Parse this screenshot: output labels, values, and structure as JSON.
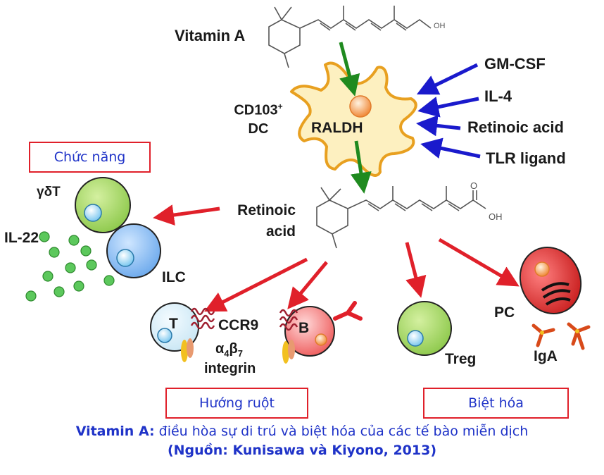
{
  "molecules": {
    "vitamin_a": "Vitamin A",
    "oh": "OH",
    "cooh_o": "O",
    "cooh_oh": "OH"
  },
  "dc": {
    "name_line1": "CD103",
    "name_sup": "+",
    "name_line2": "DC",
    "enzyme": "RALDH"
  },
  "inducers": [
    "GM-CSF",
    "IL-4",
    "Retinoic acid",
    "TLR ligand"
  ],
  "ra_label": {
    "line1": "Retinoic",
    "line2": "acid"
  },
  "cells": {
    "gdt": "γδT",
    "il22": "IL-22",
    "ilc": "ILC",
    "t": "T",
    "b": "B",
    "ccr9": "CCR9",
    "a4b7_alpha": "α",
    "a4b7_sub1": "4",
    "a4b7_beta": "β",
    "a4b7_sub2": "7",
    "integrin": "integrin",
    "treg": "Treg",
    "pc": "PC",
    "iga": "IgA"
  },
  "boxes": {
    "function": "Chức năng",
    "homing": "Hướng ruột",
    "differentiation": "Biệt hóa"
  },
  "caption": {
    "bold": "Vitamin A:",
    "text": " điều hòa sự di trú và biệt hóa của các tế bào miễn dịch",
    "source": "(Nguồn: Kunisawa và Kiyono, 2013)"
  },
  "colors": {
    "red_arrow": "#e0202a",
    "blue_arrow": "#1a1acc",
    "green_arrow": "#1f8a1f",
    "dc_fill": "#fdf0c0",
    "dc_stroke": "#e8a020",
    "cell_green": "#a8d860",
    "cell_blue": "#80b8f0",
    "cell_pink": "#f27a7a",
    "il22_dot": "#5cc85c",
    "caption": "#1f33c8"
  }
}
